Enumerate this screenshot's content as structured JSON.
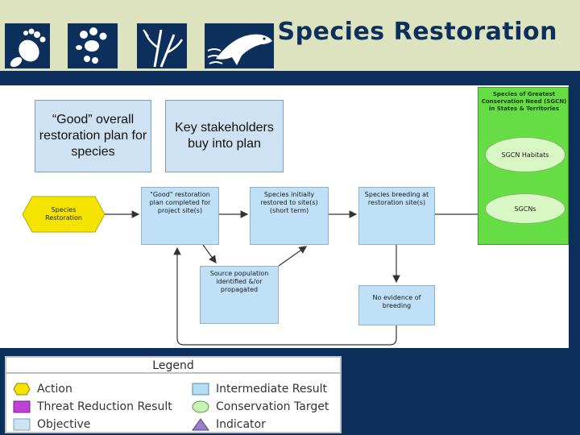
{
  "header": {
    "title": "Species Restoration",
    "icons": [
      "footprint-icon",
      "paw-icon",
      "plant-icon",
      "fish-icon"
    ]
  },
  "callouts": {
    "plan": "“Good” overall restoration plan for species",
    "stakeholders": "Key stakeholders buy into plan"
  },
  "diagram": {
    "start": "Species\nRestoration",
    "nodes": {
      "plan_completed": "\"Good\" restoration plan completed for project site(s)",
      "restored": "Species initially restored to site(s) (short term)",
      "breeding": "Species breeding at restoration site(s)",
      "source_population": "Source population identified &/or propagated",
      "no_breeding": "No evidence of breeding"
    },
    "target_panel": {
      "title": "Species of Greatest Conservation Need (SGCN) in States & Territories",
      "habitats": "SGCN Habitats",
      "sgcns": "SGCNs"
    }
  },
  "legend": {
    "title": "Legend",
    "items": [
      {
        "label": "Action",
        "shape": "hexagon",
        "color": "#f5e400"
      },
      {
        "label": "Intermediate Result",
        "shape": "rect",
        "color": "#b3dff5"
      },
      {
        "label": "Threat Reduction Result",
        "shape": "rect",
        "color": "#c040d8"
      },
      {
        "label": "Conservation Target",
        "shape": "ellipse",
        "color": "#c8f3b6"
      },
      {
        "label": "Objective",
        "shape": "rect",
        "color": "#cfe2f3"
      },
      {
        "label": "Indicator",
        "shape": "triangle",
        "color": "#9a7fc8"
      }
    ]
  },
  "colors": {
    "navy": "#0d2f5c",
    "header_paper": "#dde2bf",
    "action": "#f5e400",
    "target_panel": "#66dd44"
  }
}
